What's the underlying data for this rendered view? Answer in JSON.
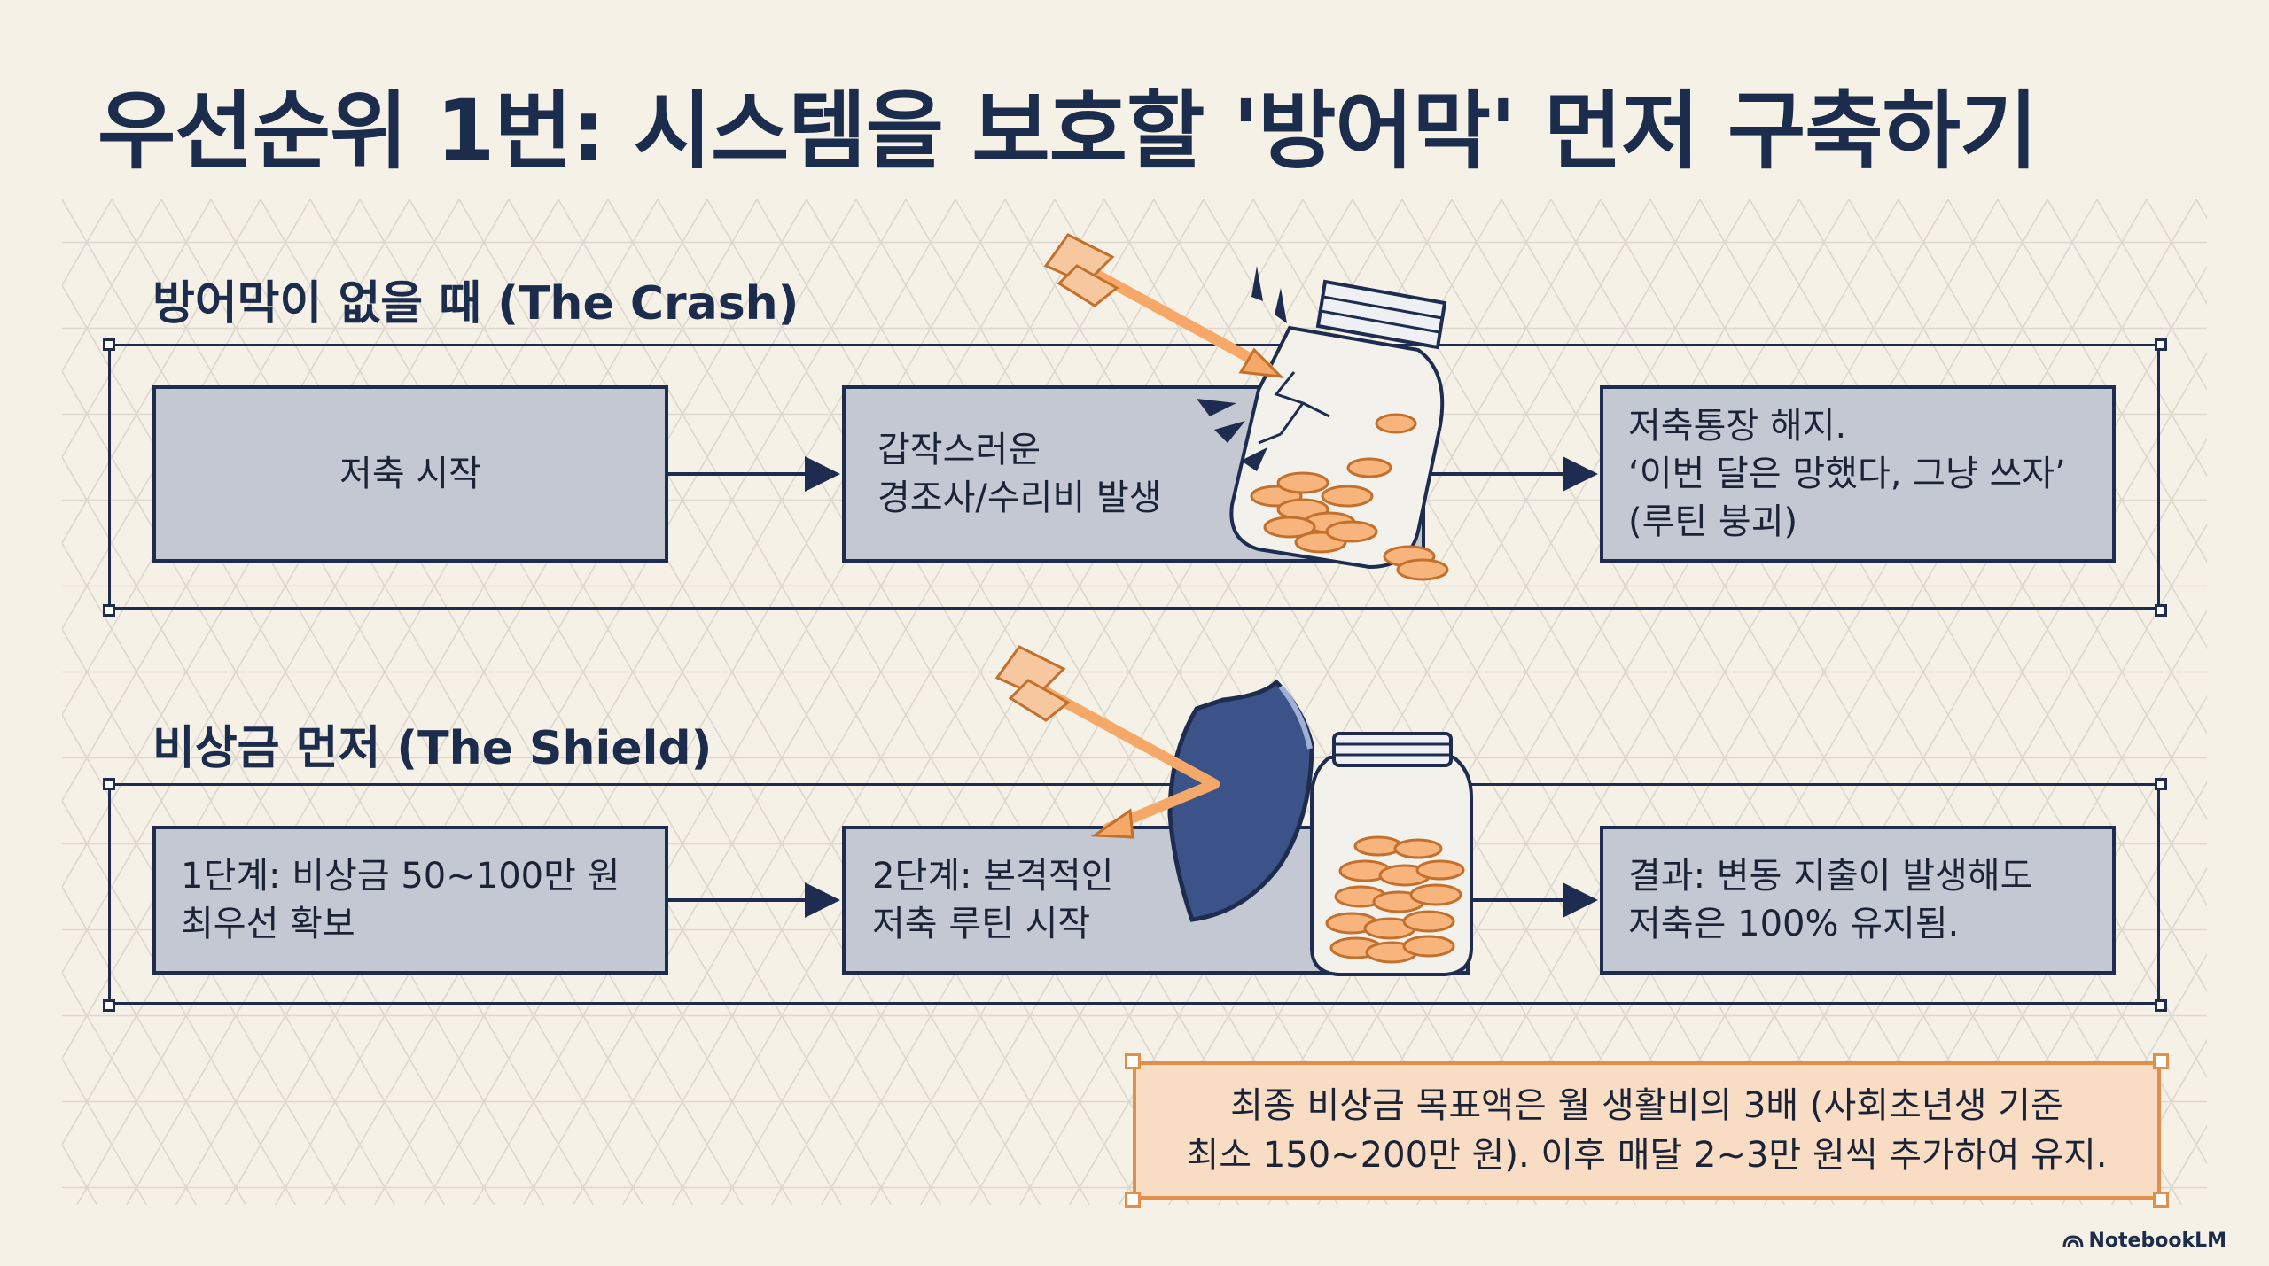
{
  "title": "우선순위 1번: 시스템을 보호할 '방어막' 먼저 구축하기",
  "crash": {
    "heading": "방어막이 없을 때 (The Crash)",
    "steps": [
      "저축 시작",
      "갑작스러운\n경조사/수리비 발생",
      "저축통장 해지.\n‘이번 달은 망했다, 그냥 쓰자’\n(루틴 붕괴)"
    ]
  },
  "shield": {
    "heading": "비상금 먼저 (The Shield)",
    "steps": [
      "1단계: 비상금 50~100만 원\n최우선 확보",
      "2단계: 본격적인\n저축 루틴 시작",
      "결과: 변동 지출이 발생해도\n저축은 100% 유지됨."
    ]
  },
  "note": "최종 비상금 목표액은 월 생활비의 3배 (사회초년생 기준\n최소 150~200만 원). 이후 매달 2~3만 원씩 추가하여 유지.",
  "brand": "NotebookLM",
  "colors": {
    "navy": "#1e2d4f",
    "box_fill": "#c3c8d3",
    "accent_orange": "#e0904a",
    "note_fill": "#f8dcc4",
    "background": "#f6f1e6"
  },
  "icons": [
    "arrow-icon",
    "broken-jar-icon",
    "coin-icon",
    "shield-icon",
    "jar-icon",
    "notebooklm-logo-icon"
  ]
}
